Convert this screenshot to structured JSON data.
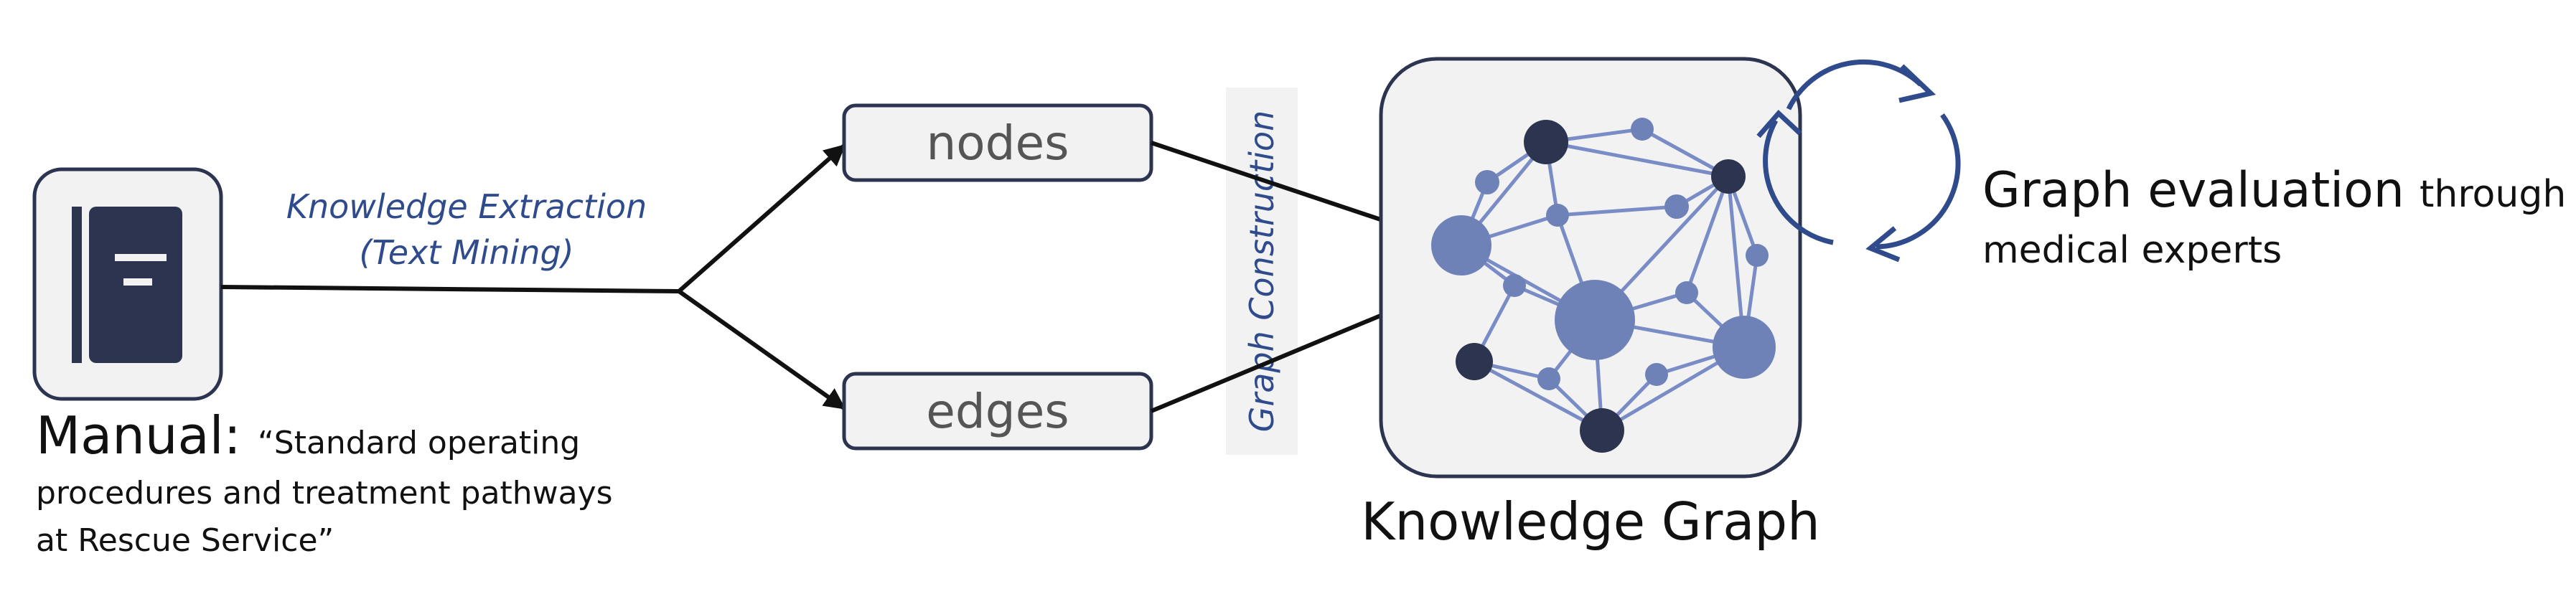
{
  "extraction": {
    "line1": "Knowledge Extraction",
    "line2": "(Text Mining)"
  },
  "boxes": {
    "nodes": "nodes",
    "edges": "edges"
  },
  "construction": {
    "label": "Graph Construction"
  },
  "manual": {
    "title": "Manual:",
    "line1": "“Standard operating",
    "line2": "procedures and treatment pathways",
    "line3": "at Rescue Service”"
  },
  "kg": {
    "title": "Knowledge Graph"
  },
  "evaluation": {
    "title": "Graph evaluation",
    "through": "through",
    "line2": "medical experts"
  },
  "icons": {
    "manual": "book-icon",
    "graph": "network-graph-icon",
    "cycle": "refresh-cycle-icon"
  },
  "colors": {
    "dark_navy": "#2c3450",
    "node_blue": "#6e82b8",
    "edge_blue": "#7a8cc6",
    "text_blue": "#2f4b8c",
    "box_fill": "#f2f2f2"
  }
}
